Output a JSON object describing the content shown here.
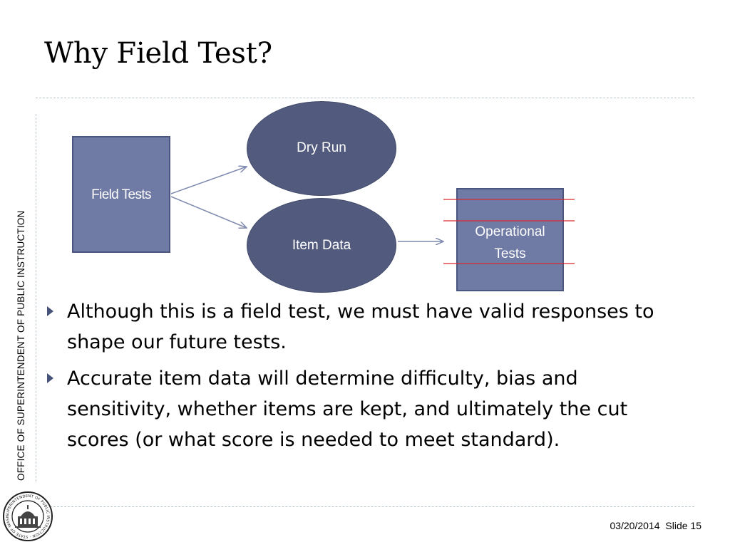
{
  "slide": {
    "title": "Why Field Test?",
    "sidebar_text": "OFFICE OF SUPERINTENDENT OF PUBLIC INSTRUCTION",
    "seal_text": "SUPERINTENDENT OF PUBLIC INSTRUCTION · STATE OF WASHINGTON ·"
  },
  "diagram": {
    "field_tests_label": "Field Tests",
    "dry_run_label": "Dry Run",
    "item_data_label": "Item Data",
    "operational_tests_line1": "Operational",
    "operational_tests_line2": "Tests"
  },
  "bullets": [
    "Although this is a field test, we must have valid responses to shape our future tests.",
    "Accurate item data will determine difficulty,  bias and sensitivity, whether items are kept, and ultimately the cut scores (or what score is needed to meet standard)."
  ],
  "footer": {
    "date": "03/20/2014",
    "slide_label": "Slide 15"
  },
  "colors": {
    "box_fill": "#6f7aa5",
    "oval_fill": "#525b7e",
    "bullet_marker": "#46527a",
    "strike_lines": "#d9282f",
    "divider": "#b9c4ca"
  },
  "icons": {
    "bullet": "triangle-right-icon",
    "seal": "state-seal-logo"
  }
}
